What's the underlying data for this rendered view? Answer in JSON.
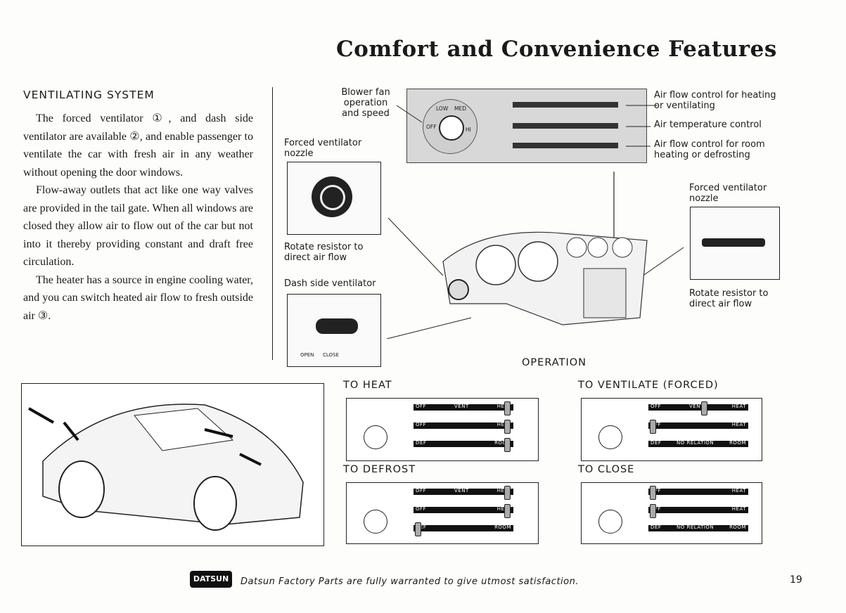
{
  "page": {
    "title": "Comfort and Convenience Features",
    "page_number": "19",
    "footer": "Datsun Factory Parts are fully warranted to give utmost satisfaction.",
    "logo_text": "DATSUN"
  },
  "section": {
    "heading": "VENTILATING SYSTEM",
    "paragraphs": [
      "The forced ventilator ①, and dash side ventilator are available ②, and enable passenger to ventilate the car with fresh air in any weather without opening the door windows.",
      "Flow-away outlets that act like one way valves are provided in the tail gate. When all windows are closed they allow air to flow out of the car but not into it thereby providing constant and draft free circulation.",
      "The heater has a source in engine cooling water, and you can switch heated air flow to fresh outside air ③."
    ]
  },
  "diagram": {
    "blower_label": "Blower fan operation and speed",
    "forced_nozzle_left": "Forced ventilator nozzle",
    "rotate_left": "Rotate resistor to direct air flow",
    "dash_side": "Dash side ventilator",
    "open": "OPEN",
    "close": "CLOSE",
    "airflow_heat": "Air flow control for heating or ventilating",
    "temp_control": "Air temperature control",
    "airflow_room": "Air flow control for room heating or defrosting",
    "forced_nozzle_right": "Forced ventilator nozzle",
    "rotate_right": "Rotate resistor to direct air flow",
    "dial": {
      "low": "LOW",
      "med": "MED",
      "off": "OFF",
      "hi": "HI"
    }
  },
  "operation": {
    "heading": "OPERATION",
    "modes": [
      {
        "label": "TO HEAT",
        "rows": [
          {
            "left": "OFF",
            "mid": "VENT",
            "right": "HEAT"
          },
          {
            "left": "OFF",
            "mid": "",
            "right": "HEAT"
          },
          {
            "left": "DEF",
            "mid": "",
            "right": "ROOM"
          }
        ]
      },
      {
        "label": "TO VENTILATE (FORCED)",
        "rows": [
          {
            "left": "OFF",
            "mid": "VENT",
            "right": "HEAT"
          },
          {
            "left": "OFF",
            "mid": "",
            "right": "HEAT"
          },
          {
            "left": "DEF",
            "mid": "NO RELATION",
            "right": "ROOM"
          }
        ]
      },
      {
        "label": "TO DEFROST",
        "rows": [
          {
            "left": "OFF",
            "mid": "VENT",
            "right": "HEAT"
          },
          {
            "left": "OFF",
            "mid": "",
            "right": "HEAT"
          },
          {
            "left": "DEF",
            "mid": "",
            "right": "ROOM"
          }
        ]
      },
      {
        "label": "TO CLOSE",
        "rows": [
          {
            "left": "OFF",
            "mid": "",
            "right": "HEAT"
          },
          {
            "left": "OFF",
            "mid": "",
            "right": "HEAT"
          },
          {
            "left": "DEF",
            "mid": "NO RELATION",
            "right": "ROOM"
          }
        ]
      }
    ]
  }
}
